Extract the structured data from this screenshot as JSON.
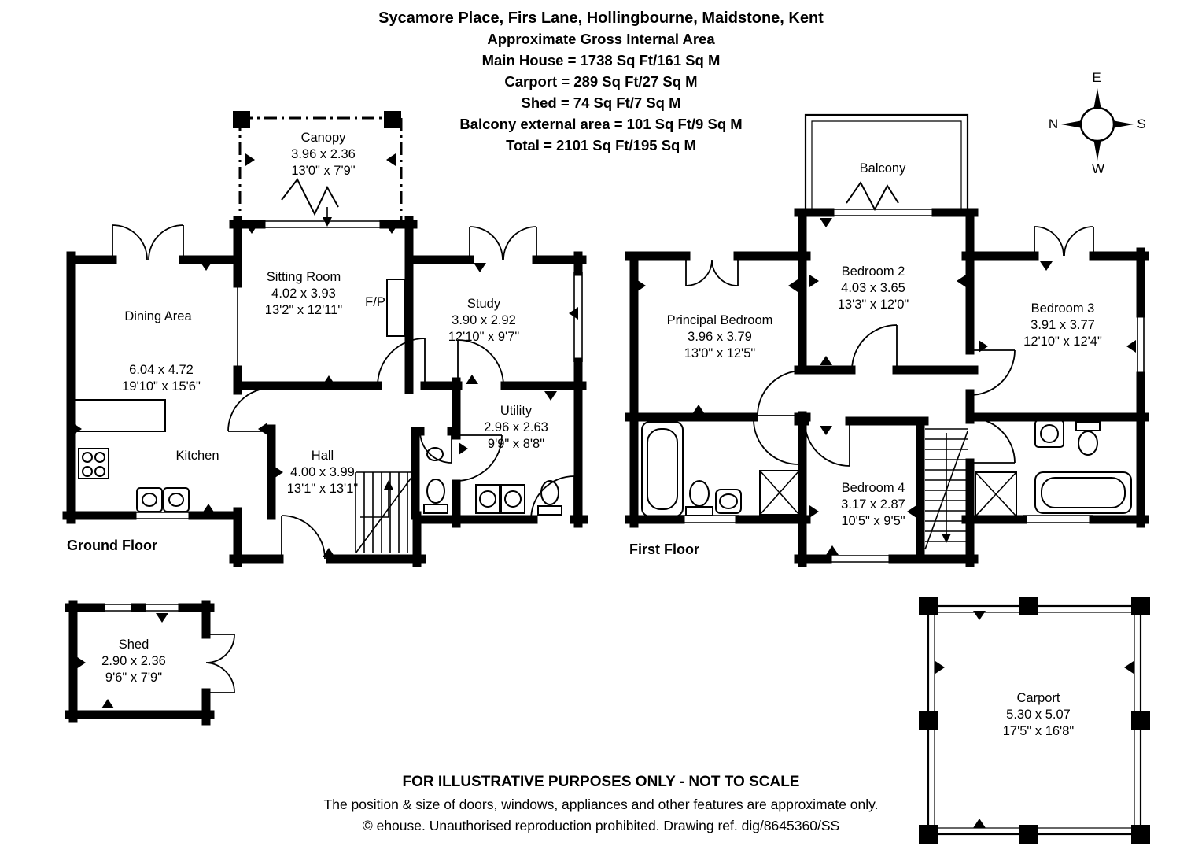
{
  "header": {
    "title": "Sycamore Place, Firs Lane, Hollingbourne, Maidstone, Kent",
    "subtitle": "Approximate Gross Internal Area",
    "area_lines": [
      "Main House = 1738 Sq Ft/161 Sq M",
      "Carport = 289 Sq Ft/27 Sq M",
      "Shed = 74 Sq Ft/7 Sq M",
      "Balcony external area = 101 Sq Ft/9 Sq M",
      "Total = 2101 Sq Ft/195 Sq M"
    ]
  },
  "compass": {
    "north": "N",
    "east": "E",
    "south": "S",
    "west": "W"
  },
  "ground_floor": {
    "caption": "Ground Floor",
    "rooms": {
      "canopy": {
        "name": "Canopy",
        "metric": "3.96 x 2.36",
        "imperial": "13'0\" x 7'9\""
      },
      "sitting_room": {
        "name": "Sitting Room",
        "metric": "4.02 x 3.93",
        "imperial": "13'2\" x 12'11\""
      },
      "fireplace": {
        "name": "F/P"
      },
      "study": {
        "name": "Study",
        "metric": "3.90 x 2.92",
        "imperial": "12'10\" x 9'7\""
      },
      "dining_area": {
        "name": "Dining Area",
        "metric": "6.04 x 4.72",
        "imperial": "19'10\" x 15'6\""
      },
      "kitchen": {
        "name": "Kitchen"
      },
      "hall": {
        "name": "Hall",
        "metric": "4.00 x 3.99",
        "imperial": "13'1\" x 13'1\""
      },
      "utility": {
        "name": "Utility",
        "metric": "2.96 x 2.63",
        "imperial": "9'9\" x 8'8\""
      }
    }
  },
  "first_floor": {
    "caption": "First Floor",
    "rooms": {
      "balcony": {
        "name": "Balcony"
      },
      "bedroom2": {
        "name": "Bedroom 2",
        "metric": "4.03 x 3.65",
        "imperial": "13'3\" x 12'0\""
      },
      "principal_bedroom": {
        "name": "Principal Bedroom",
        "metric": "3.96 x 3.79",
        "imperial": "13'0\" x 12'5\""
      },
      "bedroom3": {
        "name": "Bedroom 3",
        "metric": "3.91 x 3.77",
        "imperial": "12'10\" x 12'4\""
      },
      "bedroom4": {
        "name": "Bedroom 4",
        "metric": "3.17 x 2.87",
        "imperial": "10'5\" x 9'5\""
      }
    }
  },
  "outbuildings": {
    "shed": {
      "name": "Shed",
      "metric": "2.90 x 2.36",
      "imperial": "9'6\" x 7'9\""
    },
    "carport": {
      "name": "Carport",
      "metric": "5.30 x 5.07",
      "imperial": "17'5\" x 16'8\""
    }
  },
  "footer": {
    "disclaimer": "FOR ILLUSTRATIVE PURPOSES ONLY - NOT TO SCALE",
    "note": "The position & size of doors, windows, appliances and other features are approximate only.",
    "copyright": "© ehouse. Unauthorised reproduction prohibited. Drawing ref. dig/8645360/SS"
  },
  "colors": {
    "ink": "#000000",
    "paper": "#ffffff"
  }
}
